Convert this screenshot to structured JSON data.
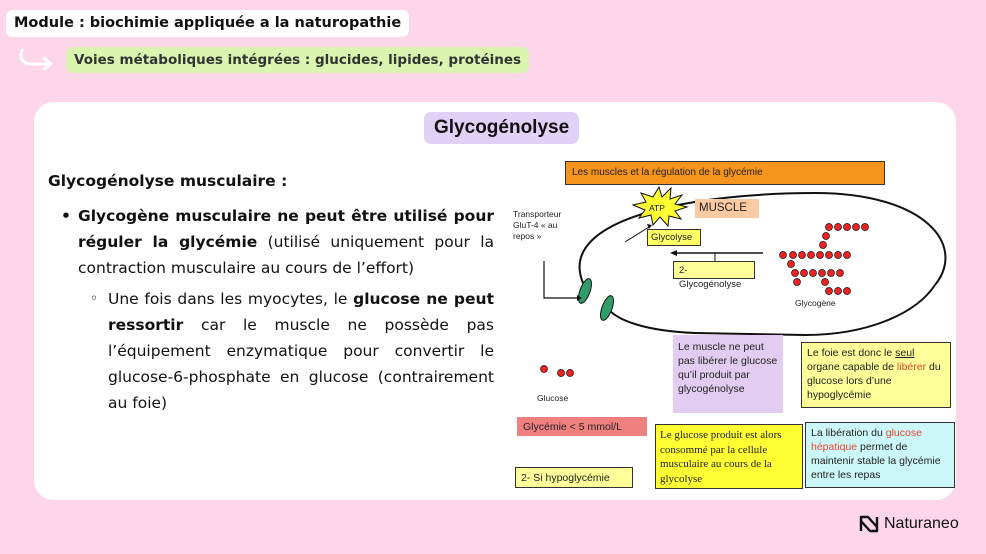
{
  "header": {
    "module": "Module :  biochimie appliquée a la naturopathie",
    "submodule": "Voies métaboliques intégrées : glucides, lipides, protéines"
  },
  "card": {
    "title": "Glycogénolyse",
    "section_title": "Glycogénolyse musculaire :",
    "bullet1": {
      "bold": "Glycogène musculaire ne peut être utilisé pour réguler la glycémie",
      "text": " (utilisé uniquement pour la contraction musculaire au cours de l’effort)"
    },
    "bullet2": {
      "text1": "Une fois dans les myocytes, le ",
      "bold": "glucose ne peut ressortir",
      "text2": " car le muscle ne possède pas l’équipement enzymatique pour convertir le glucose-6-phosphate en glucose (contrairement au foie)"
    }
  },
  "diagram": {
    "header": "Les muscles et la régulation de la glycémie",
    "muscle_label": "MUSCLE",
    "atp_label": "ATP",
    "glycolyse_label": "Glycolyse",
    "glycogenolyse_label": "2- Glycogénolyse",
    "transporter_label": "Transporteur GluT-4 « au repos »",
    "glycogene_label": "Glycogène",
    "glucose_label": "Glucose",
    "muscle_box": "Le muscle ne peut pas libérer le glucose qu’il produit par glycogénolyse",
    "foie_box": {
      "t1": "Le foie est donc le ",
      "u": "seul",
      "t2": " organe capable de ",
      "red": "libérer",
      "t3": " du glucose lors d’une hypoglycémie"
    },
    "glycemie_box": "Glycémie < 5 mmol/L",
    "hypo_box": "2- Si hypoglycémie",
    "glucose_consumed_box": "Le glucose produit est alors consommé par la cellule musculaire au cours de la glycolyse",
    "hepatic_box": {
      "t1": "La libération du ",
      "red": "glucose hépatique",
      "t2": " permet de maintenir stable la glycémie entre les repas"
    }
  },
  "brand": {
    "name": "Naturaneo"
  },
  "colors": {
    "background": "#fdd6ea",
    "submodule_bg": "#d9f5b0",
    "title_bg": "#e0d2f7",
    "diagram_header": "#f7941d",
    "highlight_red": "#e8452c"
  }
}
